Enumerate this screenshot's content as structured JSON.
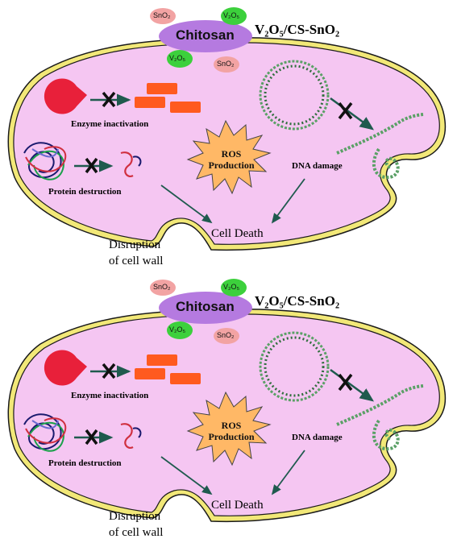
{
  "panels": [
    {
      "title": "V₂O₅/CS-SnO₂",
      "chitosan": "Chitosan",
      "badge_sno2": "SnO₂",
      "badge_v2o5": "V₂O₅",
      "enzyme": "Enzyme inactivation",
      "protein": "Protein destruction",
      "ros_line1": "ROS",
      "ros_line2": "Production",
      "dna": "DNA damage",
      "cell_death": "Cell Death",
      "disruption_line1": "Disruption",
      "disruption_line2": "of cell wall"
    },
    {
      "title": "V₂O₅/CS-SnO₂",
      "chitosan": "Chitosan",
      "badge_sno2": "SnO₂",
      "badge_v2o5": "V₂O₅",
      "enzyme": "Enzyme inactivation",
      "protein": "Protein destruction",
      "ros_line1": "ROS",
      "ros_line2": "Production",
      "dna": "DNA damage",
      "cell_death": "Cell Death",
      "disruption_line1": "Disruption",
      "disruption_line2": "of cell wall"
    }
  ],
  "colors": {
    "cell_fill": "#f5c6f2",
    "cell_wall": "#f2e878",
    "cell_outline": "#1a1a1a",
    "chitosan_fill": "#b57ae0",
    "sno2_fill": "#f2a3a3",
    "v2o5_fill": "#3cd03c",
    "enzyme": "#e8203a",
    "blocks": "#ff5a1f",
    "ros_fill": "#ffb866",
    "dna": "#5aa066",
    "arrow": "#1f5a4e"
  }
}
